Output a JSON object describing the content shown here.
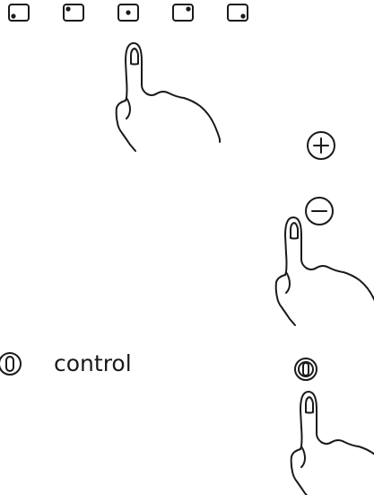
{
  "colors": {
    "ink": "#1a1a1a",
    "background": "#ffffff"
  },
  "indicator_row": {
    "count": 5,
    "icon": "dot-position-indicator-icon",
    "dot_positions": [
      "bottom-left",
      "top-left",
      "center",
      "top-right",
      "bottom-right"
    ]
  },
  "buttons": {
    "plus": {
      "icon": "plus-circle-icon"
    },
    "minus": {
      "icon": "minus-circle-icon"
    },
    "power": {
      "icon": "power-icon"
    }
  },
  "legend": {
    "icon": "power-icon",
    "label": "control"
  },
  "hands": [
    "pointing-hand-icon",
    "pointing-hand-icon",
    "pointing-hand-icon"
  ]
}
